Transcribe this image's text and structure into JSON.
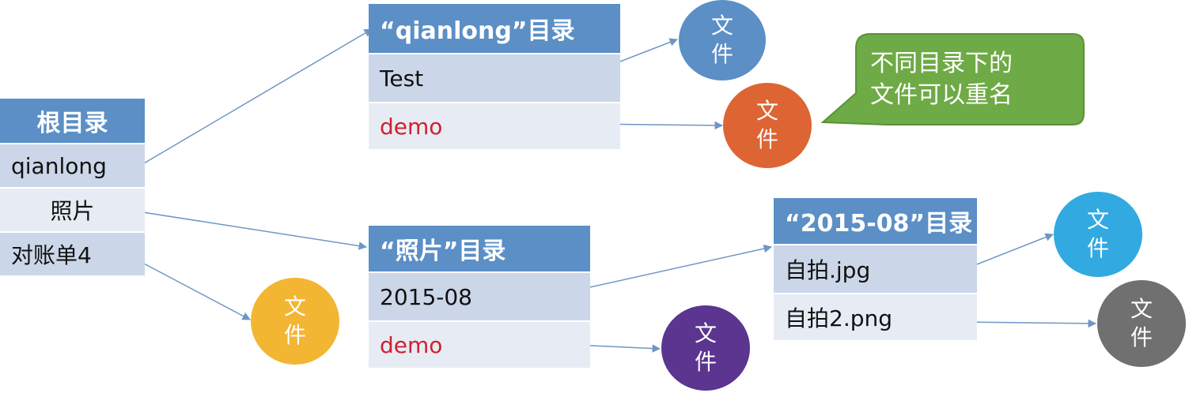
{
  "root": {
    "title": "根目录",
    "items": [
      "qianlong",
      "照片",
      "对账单4"
    ]
  },
  "qianlong_dir": {
    "title": "“qianlong”目录",
    "items": [
      "Test",
      "demo"
    ]
  },
  "photos_dir": {
    "title": "“照片”目录",
    "items": [
      "2015-08",
      "demo"
    ]
  },
  "dir_2015": {
    "title": "“2015-08”目录",
    "items": [
      "自拍.jpg",
      "自拍2.png"
    ]
  },
  "file_label": {
    "line1": "文",
    "line2": "件"
  },
  "callout": {
    "line1": "不同目录下的",
    "line2": "文件可以重名"
  },
  "colors": {
    "header": "#5b8fc6",
    "row_dark": "#cbd7e8",
    "row_light": "#e7ecf4",
    "red_text": "#d0202f",
    "arrow": "#6f96c4",
    "callout": "#6eaa45",
    "circle_blue": "#5b8fc6",
    "circle_orange": "#dd6433",
    "circle_yellow": "#f3b632",
    "circle_purple": "#5b3590",
    "circle_cyan": "#32a9e1",
    "circle_gray": "#707070"
  }
}
